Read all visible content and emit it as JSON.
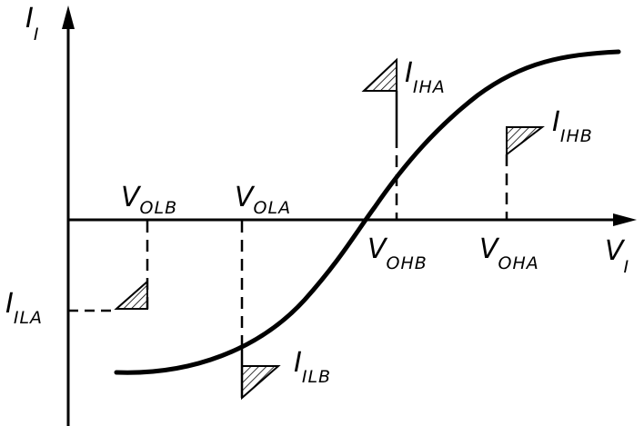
{
  "axes": {
    "y_label": {
      "main": "I",
      "sub": "I"
    },
    "x_label": {
      "main": "V",
      "sub": "I"
    }
  },
  "voltage_labels": {
    "volb": {
      "main": "V",
      "sub": "OLB"
    },
    "vola": {
      "main": "V",
      "sub": "OLA"
    },
    "vohb": {
      "main": "V",
      "sub": "OHB"
    },
    "voha": {
      "main": "V",
      "sub": "OHA"
    }
  },
  "current_labels": {
    "iiha": {
      "main": "I",
      "sub": "IHA"
    },
    "iihb": {
      "main": "I",
      "sub": "IHB"
    },
    "iila": {
      "main": "I",
      "sub": "ILA"
    },
    "iilb": {
      "main": "I",
      "sub": "ILB"
    }
  },
  "colors": {
    "line": "#000000",
    "fill": "#ffffff"
  }
}
